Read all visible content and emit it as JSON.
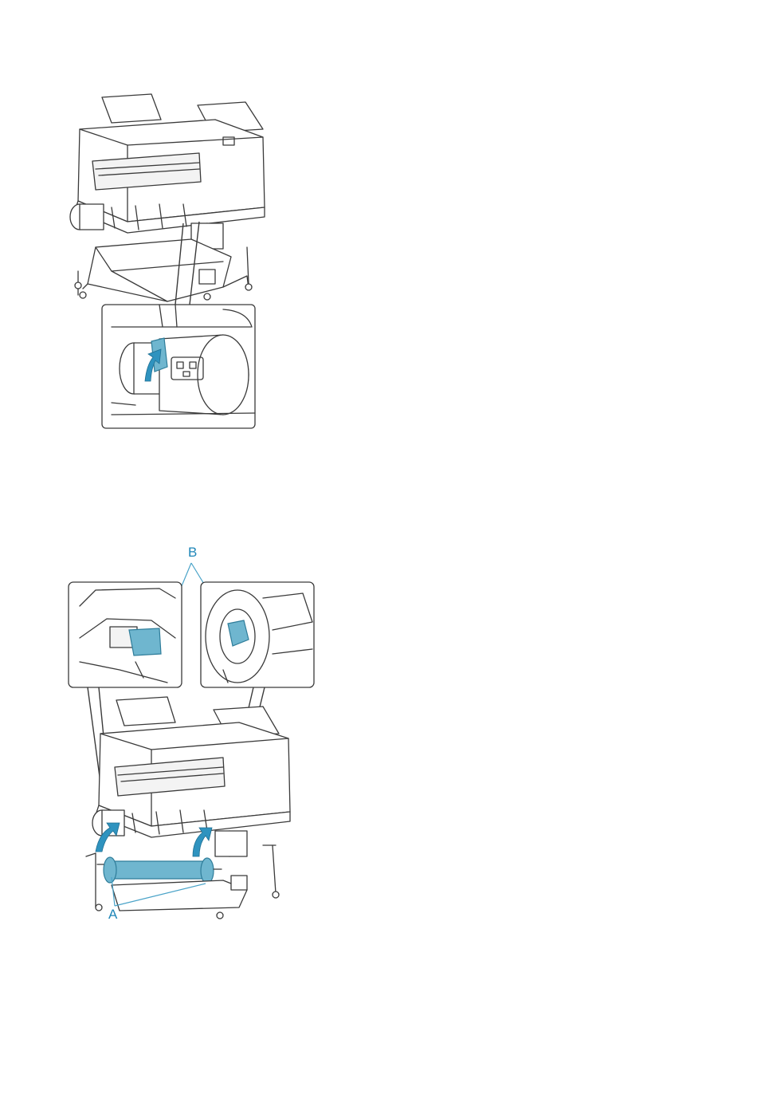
{
  "figure1": {
    "icons": [
      "printer-stand-illustration",
      "roll-holder-lever-closeup",
      "up-arrow-icon"
    ]
  },
  "figure2": {
    "label_b": "B",
    "label_a": "A",
    "icons": [
      "holder-stopper-closeup-left",
      "holder-stopper-closeup-right",
      "printer-stand-illustration",
      "rotate-arrow-icon"
    ]
  },
  "colors": {
    "accent_blue": "#6fb6cf",
    "label_blue": "#1f86b8"
  }
}
